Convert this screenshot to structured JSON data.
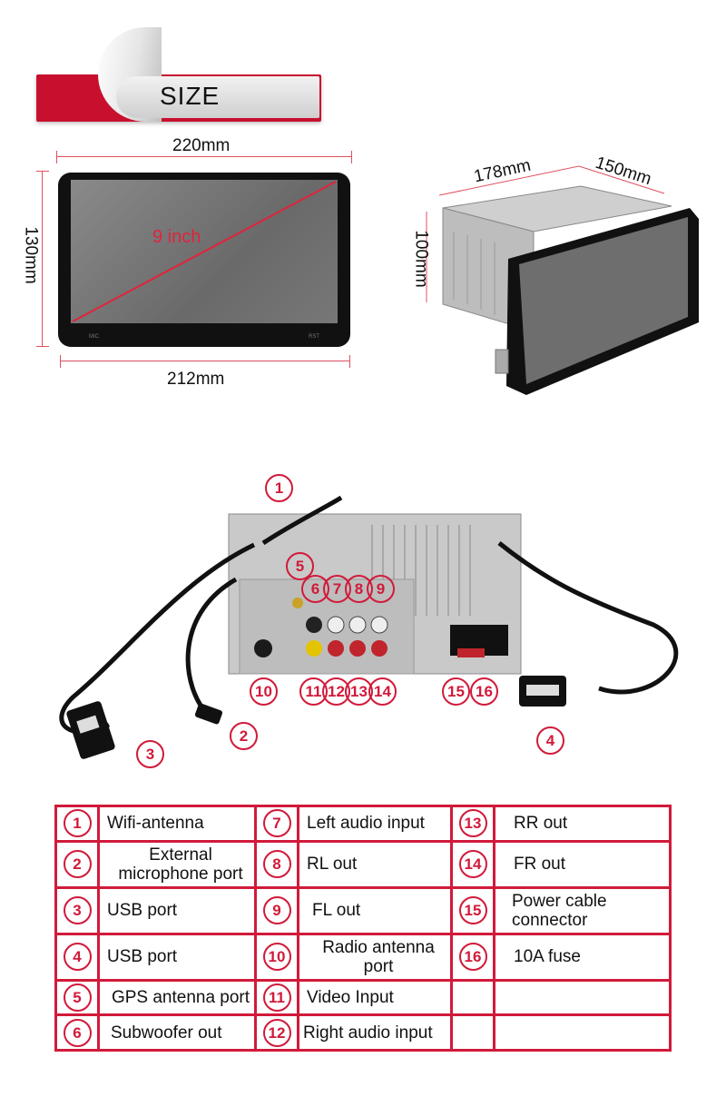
{
  "banner": {
    "title": "SIZE"
  },
  "front_view": {
    "width_top": "220mm",
    "height": "130mm",
    "diagonal": "9 inch",
    "width_bottom": "212mm",
    "mic_label": "MIC",
    "rst_label": "RST"
  },
  "side_view": {
    "width": "178mm",
    "depth": "150mm",
    "height": "100mm"
  },
  "rear_view": {
    "callouts": [
      "1",
      "2",
      "3",
      "4",
      "5",
      "6",
      "7",
      "8",
      "9",
      "10",
      "11",
      "12",
      "13",
      "14",
      "15",
      "16"
    ]
  },
  "colors": {
    "accent": "#d11a3a",
    "banner_red": "#c8102e"
  },
  "table": {
    "rows": [
      [
        {
          "n": "1",
          "label": "Wifi-antenna"
        },
        {
          "n": "7",
          "label": "Left audio input"
        },
        {
          "n": "13",
          "label": "RR out"
        }
      ],
      [
        {
          "n": "2",
          "label": "External microphone port"
        },
        {
          "n": "8",
          "label": "RL out"
        },
        {
          "n": "14",
          "label": "FR out"
        }
      ],
      [
        {
          "n": "3",
          "label": "USB port"
        },
        {
          "n": "9",
          "label": "FL out"
        },
        {
          "n": "15",
          "label": "Power cable connector"
        }
      ],
      [
        {
          "n": "4",
          "label": "USB port"
        },
        {
          "n": "10",
          "label": "Radio antenna port"
        },
        {
          "n": "16",
          "label": "10A fuse"
        }
      ],
      [
        {
          "n": "5",
          "label": "GPS antenna port"
        },
        {
          "n": "11",
          "label": "Video Input"
        },
        {
          "n": "",
          "label": ""
        }
      ],
      [
        {
          "n": "6",
          "label": "Subwoofer out"
        },
        {
          "n": "12",
          "label": "Right audio input"
        },
        {
          "n": "",
          "label": ""
        }
      ]
    ]
  }
}
